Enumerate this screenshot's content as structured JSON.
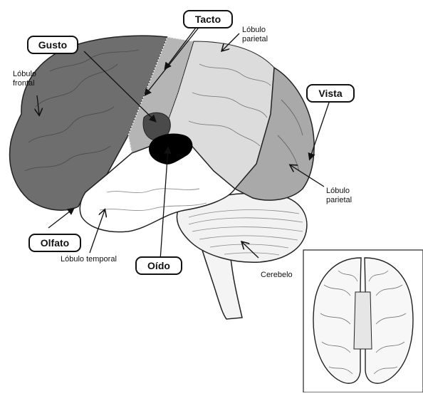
{
  "sense_labels": {
    "tacto": "Tacto",
    "gusto": "Gusto",
    "vista": "Vista",
    "olfato": "Olfato",
    "oido": "Oído"
  },
  "region_labels": {
    "lobulo_parietal_top": "Lóbulo parietal",
    "lobulo_frontal": "Lóbulo frontal",
    "lobulo_parietal_right": "Lóbulo parietal",
    "lobulo_temporal": "Lóbulo temporal",
    "cerebelo": "Cerebelo"
  },
  "colors": {
    "frontal": "#6e6e6e",
    "occipital": "#a9a9a9",
    "parietal": "#dcdcdc",
    "strip": "#b5b5b5",
    "gusto_region": "#4a4a4a",
    "oido_region": "#000000"
  }
}
